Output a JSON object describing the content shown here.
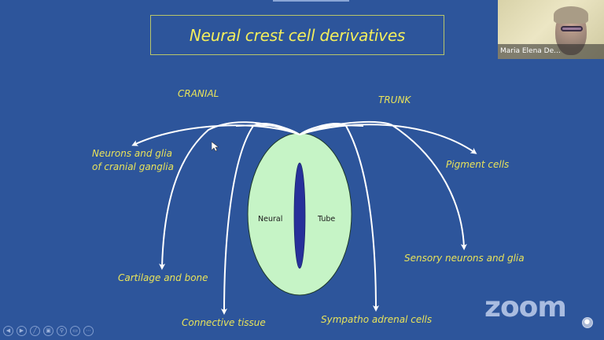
{
  "slide": {
    "title": "Neural crest cell derivatives",
    "sections": {
      "cranial": "CRANIAL",
      "trunk": "TRUNK"
    },
    "neural_tube": {
      "left_label": "Neural",
      "right_label": "Tube"
    },
    "derivatives": {
      "neurons_glia_cranial_line1": "Neurons and glia",
      "neurons_glia_cranial_line2": "of cranial ganglia",
      "cartilage_bone": "Cartilage and bone",
      "connective_tissue": "Connective tissue",
      "sympathoadrenal": "Sympatho adrenal cells",
      "sensory_neurons": "Sensory neurons and glia",
      "pigment_cells": "Pigment cells"
    },
    "colors": {
      "background": "#2d559b",
      "title_text": "#f3ee5c",
      "title_border": "#b9c66a",
      "label_text": "#e9e35a",
      "tube_fill": "#c6f4c6",
      "lumen_fill": "#27309a",
      "arrow": "#ffffff"
    }
  },
  "participant": {
    "name": "Maria Elena De..."
  },
  "slideshow_toolbar": {
    "buttons": [
      {
        "icon": "previous-icon",
        "glyph": "◀"
      },
      {
        "icon": "next-icon",
        "glyph": "▶"
      },
      {
        "icon": "pen-icon",
        "glyph": "╱"
      },
      {
        "icon": "slides-grid-icon",
        "glyph": "▣"
      },
      {
        "icon": "magnifier-icon",
        "glyph": "⚲"
      },
      {
        "icon": "subtitles-icon",
        "glyph": "▭"
      },
      {
        "icon": "more-options-icon",
        "glyph": "⋯"
      }
    ]
  },
  "watermark": {
    "logo_text": "zoom"
  }
}
